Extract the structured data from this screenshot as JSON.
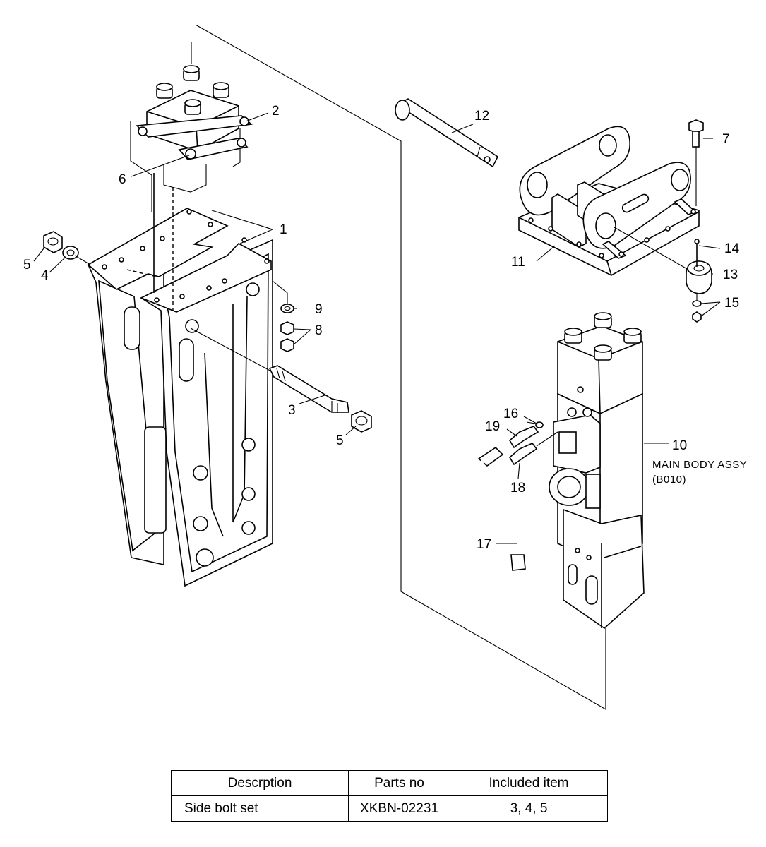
{
  "callouts": {
    "c1": "1",
    "c2": "2",
    "c3": "3",
    "c4": "4",
    "c5a": "5",
    "c5b": "5",
    "c6": "6",
    "c7": "7",
    "c8": "8",
    "c9": "9",
    "c10": "10",
    "c11": "11",
    "c12": "12",
    "c13": "13",
    "c14": "14",
    "c15": "15",
    "c16": "16",
    "c17": "17",
    "c18": "18",
    "c19": "19"
  },
  "main_body_note": {
    "line1": "MAIN BODY ASSY",
    "line2": "(B010)"
  },
  "table": {
    "headers": [
      "Descrption",
      "Parts no",
      "Included item"
    ],
    "rows": [
      [
        "Side bolt set",
        "XKBN-02231",
        "3, 4, 5"
      ]
    ]
  }
}
